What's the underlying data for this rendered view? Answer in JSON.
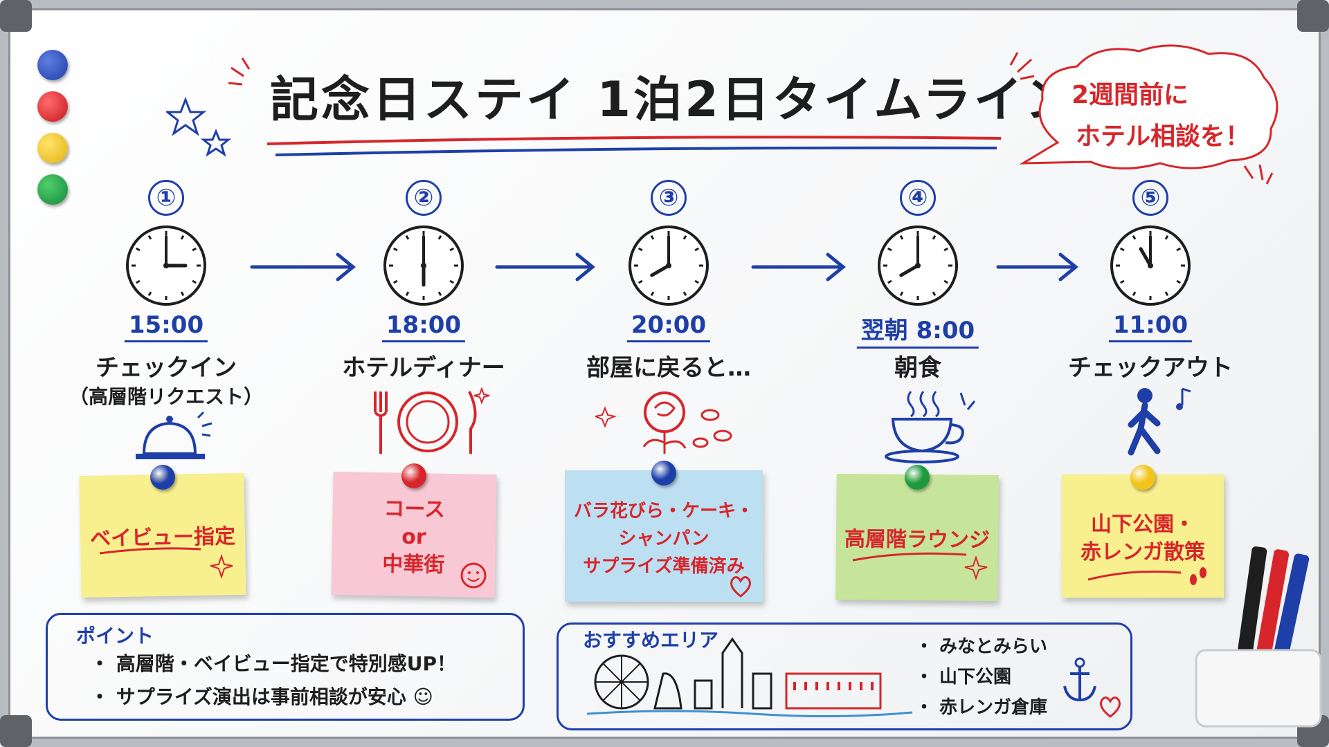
{
  "title": "記念日ステイ 1泊2日タイムライン",
  "bubble": {
    "line1": "2週間前に",
    "line2": "ホテル相談を！"
  },
  "steps": [
    {
      "num": "①",
      "time": "15:00",
      "label": "チェックイン",
      "sub": "（高層階リクエスト）",
      "note": [
        "ベイビュー指定"
      ],
      "note_color": "#f8ef8f",
      "pin_color": "#1f3fa8"
    },
    {
      "num": "②",
      "time": "18:00",
      "label": "ホテルディナー",
      "sub": "",
      "note": [
        "コース",
        "or",
        "中華街"
      ],
      "note_color": "#f8c9d4",
      "pin_color": "#d7262b"
    },
    {
      "num": "③",
      "time": "20:00",
      "label": "部屋に戻ると…",
      "sub": "",
      "note": [
        "バラ花びら・ケーキ・",
        "シャンパン",
        "サプライズ準備済み"
      ],
      "note_color": "#bcdff2",
      "pin_color": "#1f3fa8"
    },
    {
      "num": "④",
      "time": "翌朝 8:00",
      "label": "朝食",
      "sub": "",
      "note": [
        "高層階ラウンジ"
      ],
      "note_color": "#c6e49a",
      "pin_color": "#1c9a3c"
    },
    {
      "num": "⑤",
      "time": "11:00",
      "label": "チェックアウト",
      "sub": "",
      "note": [
        "山下公園・",
        "赤レンガ散策"
      ],
      "note_color": "#f8ef8f",
      "pin_color": "#f2c318"
    }
  ],
  "points": {
    "title": "ポイント",
    "items": [
      "・ 高層階・ベイビュー指定で特別感UP！",
      "・ サプライズ演出は事前相談が安心 ☺"
    ]
  },
  "areas": {
    "title": "おすすめエリア",
    "items": [
      "・ みなとみらい",
      "・ 山下公園",
      "・ 赤レンガ倉庫"
    ]
  },
  "colors": {
    "blue": "#1f3fa8",
    "red": "#d7262b",
    "ink": "#1e1e1e"
  },
  "icons": [
    "star-icon",
    "clock-icon",
    "arrow-icon",
    "bell-icon",
    "cutlery-plate-icon",
    "rose-icon",
    "coffee-icon",
    "walking-person-icon",
    "anchor-icon",
    "heart-icon",
    "ferris-wheel-icon",
    "marker-icon"
  ]
}
